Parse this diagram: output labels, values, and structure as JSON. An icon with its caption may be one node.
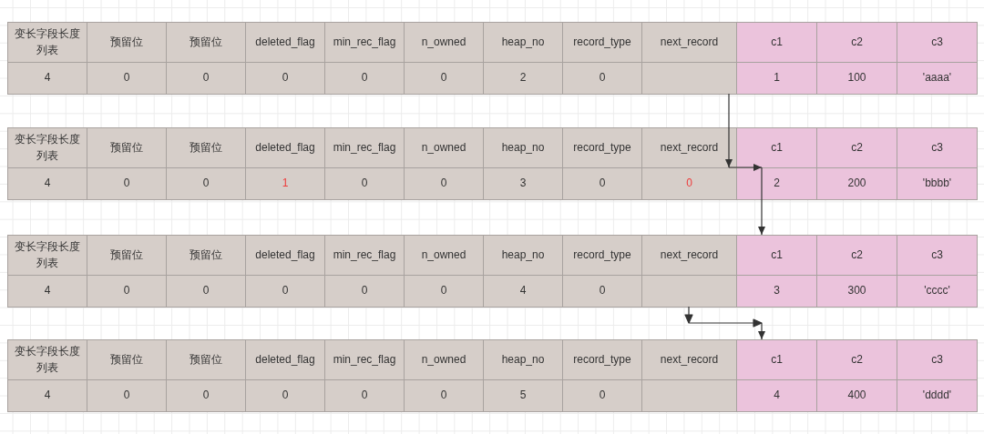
{
  "diagram": {
    "nodes": [
      {
        "text": [
          "变长字段长度列表"
        ]
      },
      {
        "text": [
          "预留位"
        ]
      },
      {
        "text": [
          "预留位"
        ]
      },
      {
        "text": [
          "deleted_flag"
        ]
      },
      {
        "text": [
          "min_rec_flag"
        ]
      },
      {
        "text": [
          "n_owned"
        ]
      },
      {
        "text": [
          "heap_no"
        ]
      },
      {
        "text": [
          "record_type"
        ]
      },
      {
        "text": [
          "next_record"
        ]
      },
      {
        "text": [
          "c1"
        ]
      },
      {
        "text": [
          "c2"
        ]
      },
      {
        "text": [
          "c3"
        ]
      },
      {
        "text": [
          "4"
        ]
      },
      {
        "text": [
          "0"
        ]
      },
      {
        "text": [
          "0"
        ]
      },
      {
        "text": [
          "0"
        ]
      },
      {
        "text": [
          "0"
        ]
      },
      {
        "text": [
          "0"
        ]
      },
      {
        "text": [
          "2"
        ]
      },
      {
        "text": [
          "0"
        ]
      },
      {
        "text": [],
        "shape": "box"
      },
      {
        "text": [
          "1"
        ]
      },
      {
        "text": [
          "100"
        ]
      },
      {
        "text": [
          "'aaaa'"
        ]
      },
      {
        "text": [
          "变长字段长度列表"
        ]
      },
      {
        "text": [
          "预留位"
        ]
      },
      {
        "text": [
          "预留位"
        ]
      },
      {
        "text": [
          "deleted_flag"
        ]
      },
      {
        "text": [
          "min_rec_flag"
        ]
      },
      {
        "text": [
          "n_owned"
        ]
      },
      {
        "text": [
          "heap_no"
        ]
      },
      {
        "text": [
          "record_type"
        ]
      },
      {
        "text": [
          "next_record"
        ]
      },
      {
        "text": [
          "c1"
        ]
      },
      {
        "text": [
          "c2"
        ]
      },
      {
        "text": [
          "c3"
        ]
      },
      {
        "text": [
          "4"
        ]
      },
      {
        "text": [
          "0"
        ]
      },
      {
        "text": [
          "0"
        ]
      },
      {
        "text": [
          "1"
        ]
      },
      {
        "text": [
          "0"
        ]
      },
      {
        "text": [
          "0"
        ]
      },
      {
        "text": [
          "3"
        ]
      },
      {
        "text": [
          "0"
        ]
      },
      {
        "text": [
          "0"
        ]
      },
      {
        "text": [
          "2"
        ]
      },
      {
        "text": [
          "200"
        ]
      },
      {
        "text": [
          "'bbbb'"
        ]
      },
      {
        "text": [
          "变长字段长度列表"
        ]
      },
      {
        "text": [
          "预留位"
        ]
      },
      {
        "text": [
          "预留位"
        ]
      },
      {
        "text": [
          "deleted_flag"
        ]
      },
      {
        "text": [
          "min_rec_flag"
        ]
      },
      {
        "text": [
          "n_owned"
        ]
      },
      {
        "text": [
          "heap_no"
        ]
      },
      {
        "text": [
          "record_type"
        ]
      },
      {
        "text": [
          "next_record"
        ]
      },
      {
        "text": [
          "c1"
        ]
      },
      {
        "text": [
          "c2"
        ]
      },
      {
        "text": [
          "c3"
        ]
      },
      {
        "text": [
          "4"
        ]
      },
      {
        "text": [
          "0"
        ]
      },
      {
        "text": [
          "0"
        ]
      },
      {
        "text": [
          "0"
        ]
      },
      {
        "text": [
          "0"
        ]
      },
      {
        "text": [
          "0"
        ]
      },
      {
        "text": [
          "4"
        ]
      },
      {
        "text": [
          "0"
        ]
      },
      {
        "text": [],
        "shape": "box"
      },
      {
        "text": [
          "3"
        ]
      },
      {
        "text": [
          "300"
        ]
      },
      {
        "text": [
          "'cccc'"
        ]
      },
      {
        "text": [
          "变长字段长度列表"
        ]
      },
      {
        "text": [
          "预留位"
        ]
      },
      {
        "text": [
          "预留位"
        ]
      },
      {
        "text": [
          "deleted_flag"
        ]
      },
      {
        "text": [
          "min_rec_flag"
        ]
      },
      {
        "text": [
          "n_owned"
        ]
      },
      {
        "text": [
          "heap_no"
        ]
      },
      {
        "text": [
          "record_type"
        ]
      },
      {
        "text": [
          "next_record"
        ]
      },
      {
        "text": [
          "c1"
        ]
      },
      {
        "text": [
          "c2"
        ]
      },
      {
        "text": [
          "c3"
        ]
      },
      {
        "text": [
          "4"
        ]
      },
      {
        "text": [
          "0"
        ]
      },
      {
        "text": [
          "0"
        ]
      },
      {
        "text": [
          "0"
        ]
      },
      {
        "text": [
          "0"
        ]
      },
      {
        "text": [
          "0"
        ]
      },
      {
        "text": [
          "5"
        ]
      },
      {
        "text": [
          "0"
        ]
      },
      {
        "text": [],
        "shape": "box"
      },
      {
        "text": [
          "4"
        ]
      },
      {
        "text": [
          "400"
        ]
      },
      {
        "text": [
          "'dddd'"
        ]
      }
    ],
    "edges": [
      {
        "from": 20,
        "to": 32,
        "arrow": "to"
      },
      {
        "from": 32,
        "to": 45,
        "arrow": "to"
      },
      {
        "from": 45,
        "to": 57,
        "arrow": "to"
      },
      {
        "from": 68,
        "to": 81,
        "arrow": "to"
      }
    ]
  }
}
